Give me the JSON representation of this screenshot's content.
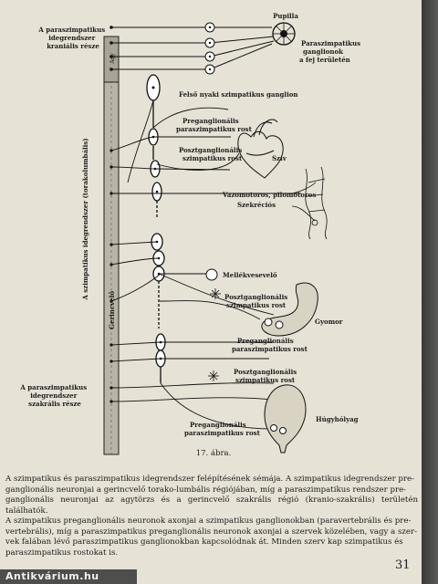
{
  "labels": {
    "parasym_cranial": [
      "A paraszimpatikus",
      "idegrendszer",
      "kraniális része"
    ],
    "agy": "Agy",
    "pupilla": "Pupilla",
    "parasym_ganglia": [
      "Paraszimpatikus",
      "ganglionok",
      "a fej területén"
    ],
    "felso_nyaki": "Felső nyaki szimpatikus ganglion",
    "pregang_parasym_1": [
      "Preganglionális",
      "paraszimpatikus rost"
    ],
    "postgang_sym_1": [
      "Posztganglionális",
      "szimpatikus rost"
    ],
    "sziv": "Szív",
    "vazomotoros": "Vazomotoros, pilomotoros",
    "szekrecios": "Szekréciós",
    "sym_vertical": "A szimpatikus idegrendszer (torakolumbális)",
    "gerincvelo": "Gerincvelő",
    "mellekvesevelo": "Mellékvesevelő",
    "postgang_parasym": [
      "Posztganglionális",
      "szimpatikus rost"
    ],
    "gyomor": "Gyomor",
    "pregang_parasym_2": [
      "Preganglionális",
      "paraszimpatikus rost"
    ],
    "postgang_sym_2": [
      "Posztganglionális",
      "szimpatikus rost"
    ],
    "parasym_sacral": [
      "A paraszimpatikus",
      "idegrendszer",
      "szakrális része"
    ],
    "hugyholyag": "Húgyhólyag",
    "pregang_parasym_3": [
      "Preganglionális",
      "paraszimpatikus rost"
    ]
  },
  "caption": "17. ábra.",
  "body_text": [
    "A szimpatikus és paraszimpatikus idegrendszer felépítésének sémája. A szimpatikus idegrendszer pre-",
    "ganglionális neuronjai a gerincvelő torako-lumbális régiójában, míg a paraszimpatikus rendszer pre-",
    "ganglionális neuronjai az agytörzs és a gerincvelő szakrális régió (kranio-szakrális) területén találhatók.",
    "A szimpatikus preganglionális neuronok axonjai a szimpatikus ganglionokban (paravertebrális és pre-",
    "vertebrális), míg a paraszimpatikus preganglionális neuronok axonjai a szervek közelében, vagy a szer-",
    "vek falában lévő paraszimpatikus ganglionokban kapcsolódnak át. Minden szerv kap szimpatikus és",
    "paraszimpatikus rostokat is."
  ],
  "page_number": "31",
  "watermark": "Antikvárium.hu"
}
